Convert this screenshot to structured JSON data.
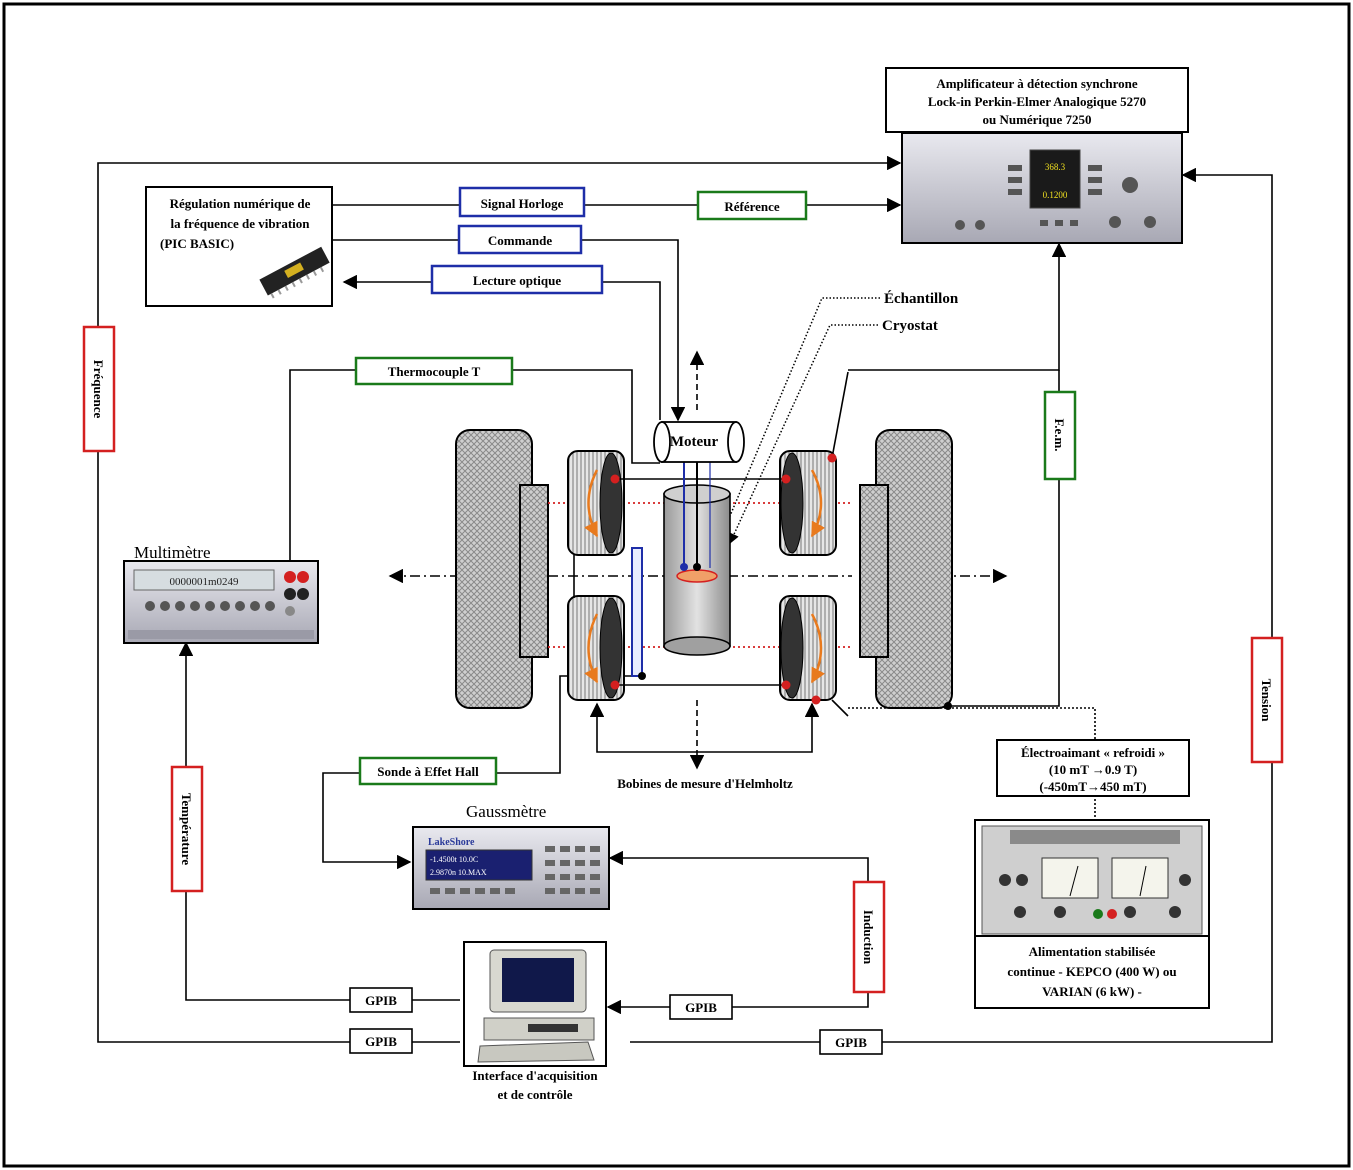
{
  "amplifier": {
    "line1": "Amplificateur à détection synchrone",
    "line2": "Lock-in Perkin-Elmer Analogique 5270",
    "line3": "ou Numérique 7250"
  },
  "regulation": {
    "line1": "Régulation numérique de",
    "line2": "la fréquence de vibration",
    "line3": "(PIC BASIC)"
  },
  "signals": {
    "horloge": "Signal Horloge",
    "commande": "Commande",
    "lecture": "Lecture optique",
    "reference": "Référence",
    "thermocouple": "Thermocouple T",
    "fem": "F.e.m.",
    "frequence": "Fréquence",
    "tension": "Tension",
    "temperature": "Température",
    "induction": "Induction",
    "hall": "Sonde à Effet Hall"
  },
  "labels": {
    "echantillon": "Échantillon",
    "cryostat": "Cryostat",
    "moteur": "Moteur",
    "multimetre": "Multimètre",
    "gaussmetre": "Gaussmètre",
    "helmholtz": "Bobines de mesure d'Helmholtz"
  },
  "electroaimant": {
    "line1": "Électroaimant « refroidi »",
    "line2": "(10 mT →0.9 T)",
    "line3": "(-450mT→450 mT)"
  },
  "alimentation": {
    "line1": "Alimentation stabilisée",
    "line2": "continue - KEPCO (400 W) ou",
    "line3": "VARIAN (6 kW) -"
  },
  "gpib": {
    "a": "GPIB",
    "b": "GPIB",
    "c": "GPIB",
    "d": "GPIB"
  },
  "computer": {
    "line1": "Interface d'acquisition",
    "line2": "et de contrôle"
  },
  "instrument_text": {
    "multimeter_display": "0000001m0249",
    "gauss_brand": "LakeShore",
    "gauss_line1": "-1.4500t 10.0C",
    "gauss_line2": "2.9870n 10.MAX",
    "lockin_value1": "368.3",
    "lockin_value2": "0.1200"
  },
  "colors": {
    "green": "#1a7a1a",
    "blue": "#1e2ea8",
    "red": "#d42020",
    "orange": "#e87a1e"
  }
}
